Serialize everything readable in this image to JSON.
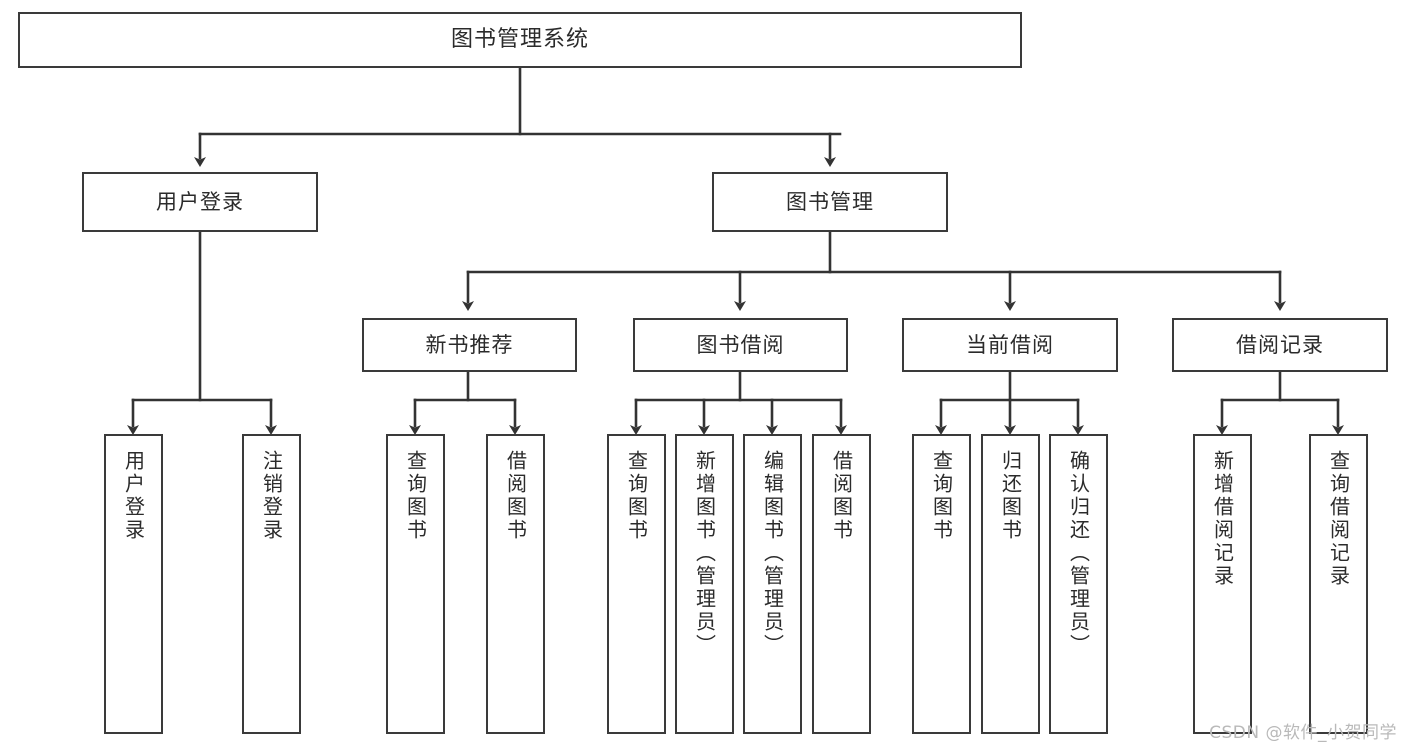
{
  "diagram": {
    "title": "图书管理系统",
    "type": "tree-hierarchy-chart",
    "colors": {
      "box_border": "#3a3a3a",
      "box_fill": "#ffffff",
      "connector": "#333333",
      "text": "#2b2b2b",
      "watermark": "#b9b9b9",
      "background": "#ffffff"
    },
    "root": {
      "label": "图书管理系统"
    },
    "branches": [
      {
        "label": "用户登录"
      },
      {
        "label": "图书管理"
      }
    ],
    "groups": [
      {
        "label": "新书推荐"
      },
      {
        "label": "图书借阅"
      },
      {
        "label": "当前借阅"
      },
      {
        "label": "借阅记录"
      }
    ],
    "leaves": {
      "user_login": [
        {
          "label": "用户登录"
        },
        {
          "label": "注销登录"
        }
      ],
      "new_book_recommend": [
        {
          "label": "查询图书"
        },
        {
          "label": "借阅图书"
        }
      ],
      "book_borrow": [
        {
          "label": "查询图书"
        },
        {
          "label": "新增图书（管理员）"
        },
        {
          "label": "编辑图书（管理员）"
        },
        {
          "label": "借阅图书"
        }
      ],
      "current_borrow": [
        {
          "label": "查询图书"
        },
        {
          "label": "归还图书"
        },
        {
          "label": "确认归还（管理员）"
        }
      ],
      "borrow_record": [
        {
          "label": "新增借阅记录"
        },
        {
          "label": "查询借阅记录"
        }
      ]
    }
  },
  "watermark": {
    "text": "CSDN @软件_小贺同学"
  }
}
